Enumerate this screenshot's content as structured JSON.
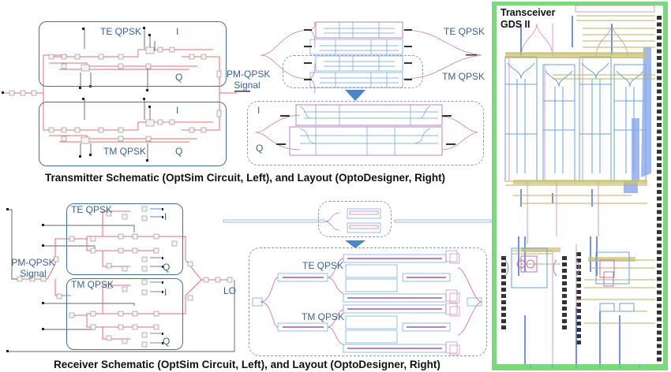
{
  "transmitter": {
    "schematic": {
      "te_label": "TE QPSK",
      "tm_label": "TM QPSK",
      "i_label_top": "I",
      "q_label_top": "Q",
      "i_label_bottom": "I",
      "q_label_bottom": "Q",
      "signal_label_line1": "PM-QPSK",
      "signal_label_line2": "Signal"
    },
    "layout": {
      "te_label": "TE QPSK",
      "tm_label": "TM QPSK",
      "i_label": "I",
      "q_label": "Q"
    },
    "caption": "Transmitter Schematic (OptSim Circuit, Left), and Layout (OptoDesigner, Right)"
  },
  "receiver": {
    "schematic": {
      "te_label": "TE QPSK",
      "tm_label": "TM QPSK",
      "i_label_top": "I",
      "q_label_top": "Q",
      "i_label_bottom": "I",
      "q_label_bottom": "Q",
      "signal_label_line1": "PM-QPSK",
      "signal_label_line2": "Signal",
      "lo_label": "LO"
    },
    "layout": {
      "te_label": "TE QPSK",
      "tm_label": "TM QPSK"
    },
    "caption": "Receiver Schematic (OptSim Circuit, Left), and Layout (OptoDesigner, Right)"
  },
  "gds": {
    "title_line1": "Transceiver",
    "title_line2": "GDS II"
  },
  "colors": {
    "label_blue": "#3b5f9a",
    "box_border": "#4a6f9e",
    "waveguide_red": "#e07070",
    "layout_pink": "#d07aa8",
    "layout_blue": "#6aa0dc",
    "gds_green": "#7ed67e",
    "gds_olive": "#b8b060",
    "arrow_blue": "#4a86c8"
  }
}
